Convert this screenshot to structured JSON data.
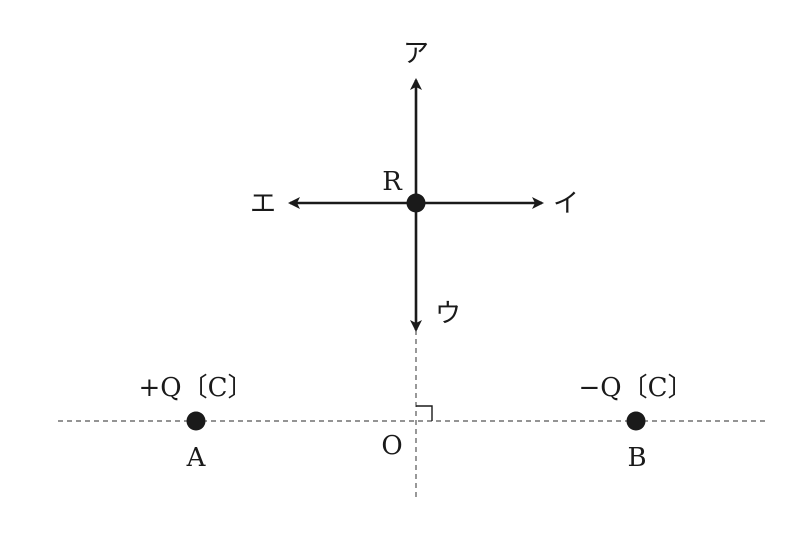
{
  "diagram": {
    "points": {
      "R": "R",
      "A": "A",
      "B": "B",
      "O": "O"
    },
    "charges": {
      "A": "+Q〔C〕",
      "B": "−Q〔C〕"
    },
    "arrows": {
      "up": "ア",
      "right": "イ",
      "down": "ウ",
      "left": "エ"
    },
    "colors": {
      "ink": "#1a1a1a",
      "dashed": "#555555",
      "background": "#ffffff"
    },
    "icons": {
      "right_angle": "right-angle-mark"
    }
  }
}
